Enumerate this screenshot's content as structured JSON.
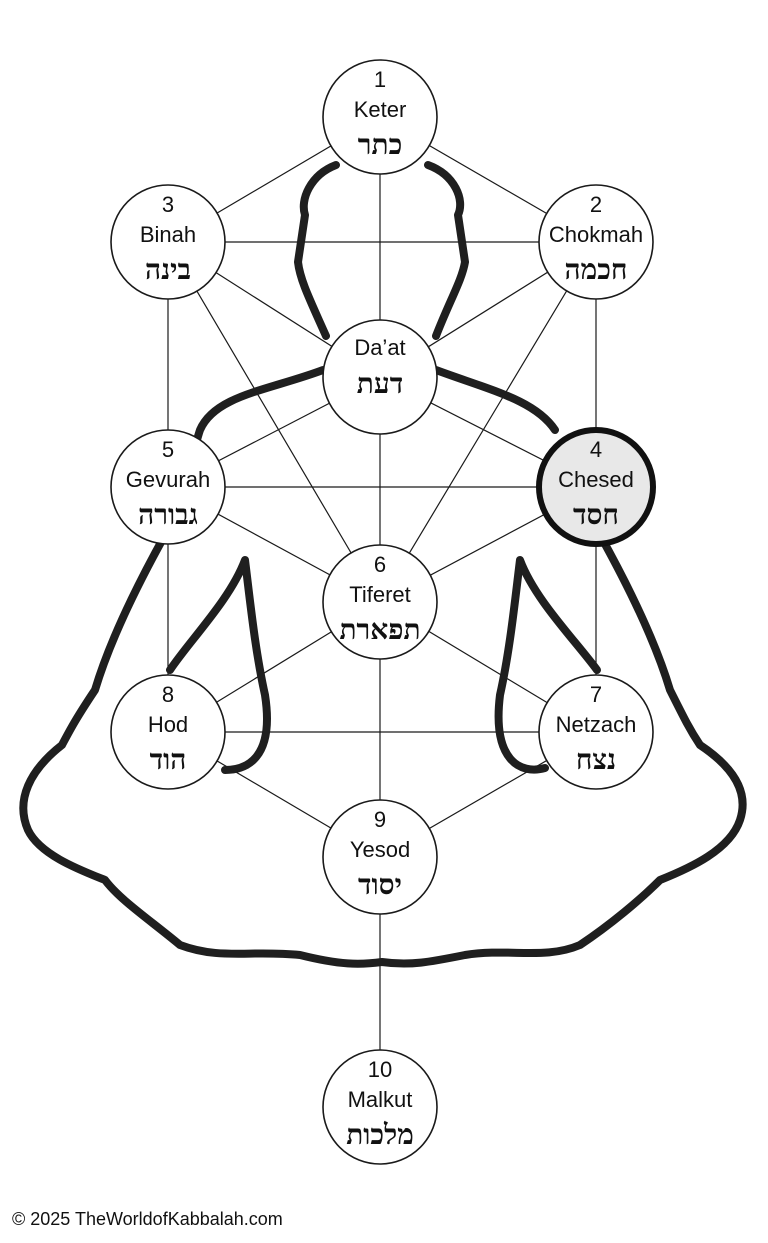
{
  "sefirot": [
    {
      "id": "keter",
      "number": "1",
      "name": "Keter",
      "hebrew": "כתר"
    },
    {
      "id": "binah",
      "number": "3",
      "name": "Binah",
      "hebrew": "בינה"
    },
    {
      "id": "chokmah",
      "number": "2",
      "name": "Chokmah",
      "hebrew": "חכמה"
    },
    {
      "id": "daat",
      "number": "",
      "name": "Da’at",
      "hebrew": "דעת"
    },
    {
      "id": "gevurah",
      "number": "5",
      "name": "Gevurah",
      "hebrew": "גבורה"
    },
    {
      "id": "chesed",
      "number": "4",
      "name": "Chesed",
      "hebrew": "חסד",
      "highlighted": true
    },
    {
      "id": "tiferet",
      "number": "6",
      "name": "Tiferet",
      "hebrew": "תפארת"
    },
    {
      "id": "hod",
      "number": "8",
      "name": "Hod",
      "hebrew": "הוד"
    },
    {
      "id": "netzach",
      "number": "7",
      "name": "Netzach",
      "hebrew": "נצח"
    },
    {
      "id": "yesod",
      "number": "9",
      "name": "Yesod",
      "hebrew": "יסוד"
    },
    {
      "id": "malkut",
      "number": "10",
      "name": "Malkut",
      "hebrew": "מלכות"
    }
  ],
  "paths": [
    [
      "keter",
      "binah"
    ],
    [
      "keter",
      "chokmah"
    ],
    [
      "keter",
      "daat"
    ],
    [
      "binah",
      "chokmah"
    ],
    [
      "binah",
      "daat"
    ],
    [
      "chokmah",
      "daat"
    ],
    [
      "binah",
      "gevurah"
    ],
    [
      "chokmah",
      "chesed"
    ],
    [
      "binah",
      "tiferet"
    ],
    [
      "chokmah",
      "tiferet"
    ],
    [
      "daat",
      "gevurah"
    ],
    [
      "daat",
      "chesed"
    ],
    [
      "daat",
      "tiferet"
    ],
    [
      "gevurah",
      "chesed"
    ],
    [
      "gevurah",
      "tiferet"
    ],
    [
      "chesed",
      "tiferet"
    ],
    [
      "gevurah",
      "hod"
    ],
    [
      "chesed",
      "netzach"
    ],
    [
      "tiferet",
      "hod"
    ],
    [
      "tiferet",
      "netzach"
    ],
    [
      "tiferet",
      "yesod"
    ],
    [
      "hod",
      "netzach"
    ],
    [
      "hod",
      "yesod"
    ],
    [
      "netzach",
      "yesod"
    ],
    [
      "yesod",
      "malkut"
    ]
  ],
  "copyright": "© 2025 TheWorldofKabbalah.com"
}
